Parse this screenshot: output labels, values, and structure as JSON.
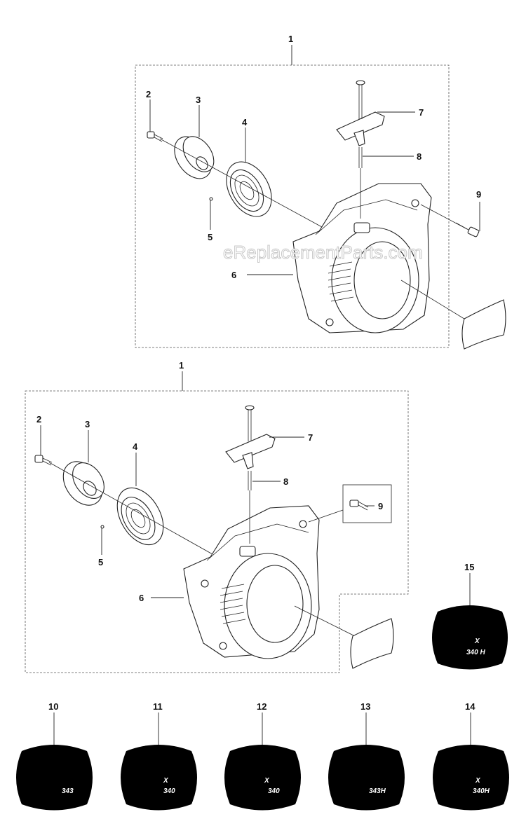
{
  "watermark": "eReplacementParts.com",
  "callouts": {
    "top": {
      "assembly": "1",
      "p2": "2",
      "p3": "3",
      "p4": "4",
      "p5": "5",
      "p6": "6",
      "p7": "7",
      "p8": "8",
      "p9": "9"
    },
    "bottom": {
      "assembly": "1",
      "p2": "2",
      "p3": "3",
      "p4": "4",
      "p5": "5",
      "p6": "6",
      "p7": "7",
      "p8": "8",
      "p9": "9"
    },
    "decals": {
      "d10": "10",
      "d11": "11",
      "d12": "12",
      "d13": "13",
      "d14": "14",
      "d15": "15"
    }
  },
  "decal_text": {
    "d10": "343",
    "d11_brand": "X",
    "d11": "340",
    "d12_brand": "X",
    "d12": "340",
    "d13": "343H",
    "d14_brand": "X",
    "d14": "340H",
    "d15_brand": "X",
    "d15": "340 H"
  }
}
